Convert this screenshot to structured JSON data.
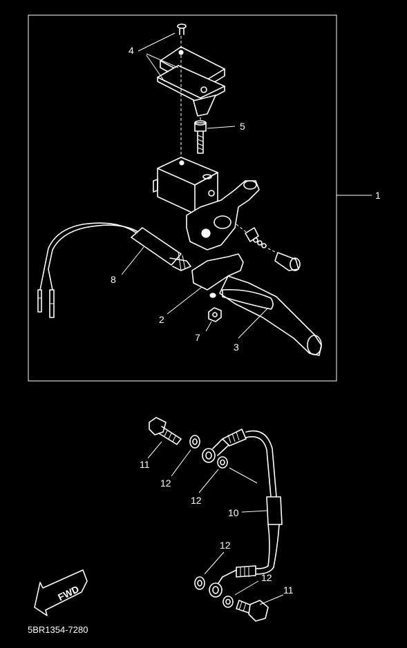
{
  "diagram": {
    "callouts": {
      "c1": "1",
      "c2": "2",
      "c3": "3",
      "c4": "4",
      "c5": "5",
      "c7": "7",
      "c8": "8",
      "c10": "10",
      "c11a": "11",
      "c11b": "11",
      "c12a": "12",
      "c12b": "12",
      "c12c": "12",
      "c12d": "12"
    },
    "direction_label": "FWD",
    "drawing_code": "5BR1354-7280"
  }
}
